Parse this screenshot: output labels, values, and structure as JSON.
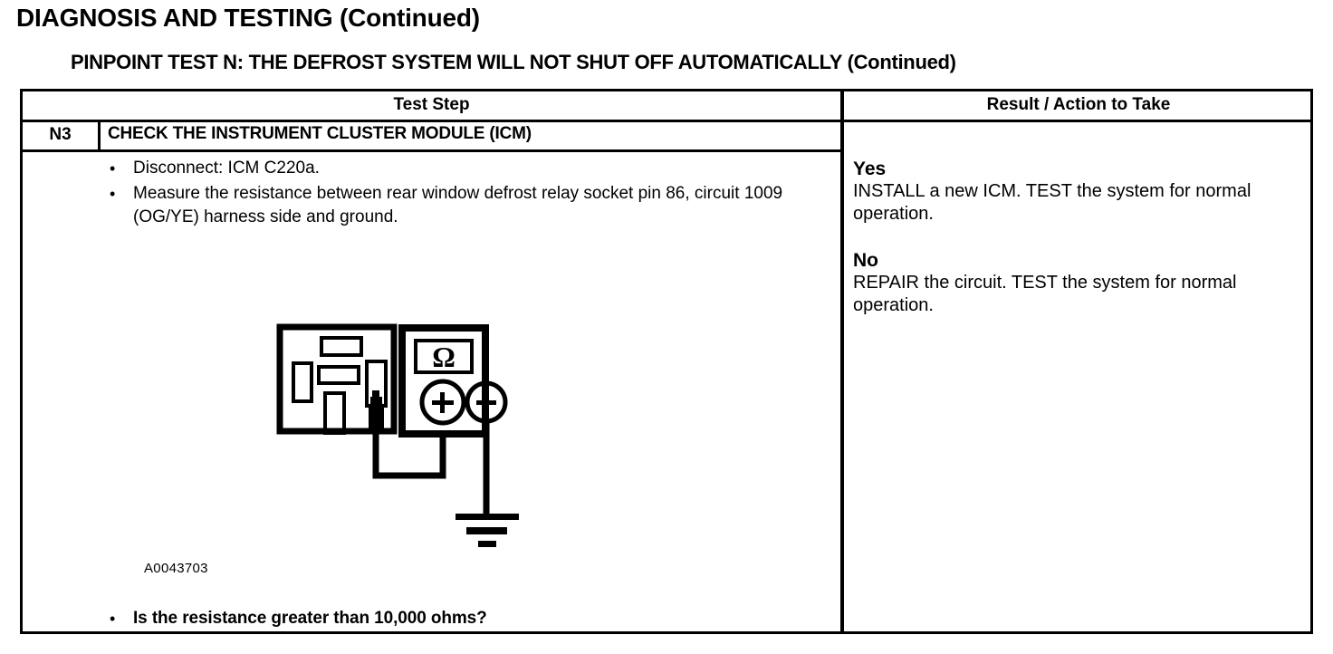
{
  "page": {
    "title": "DIAGNOSIS AND TESTING (Continued)",
    "section_title": "PINPOINT TEST  N: THE DEFROST SYSTEM WILL NOT SHUT OFF AUTOMATICALLY (Continued)"
  },
  "table": {
    "headers": {
      "test_step": "Test Step",
      "result_action": "Result / Action to Take"
    },
    "step": {
      "code": "N3",
      "name": "CHECK THE INSTRUMENT CLUSTER MODULE (ICM)",
      "bullets": [
        "Disconnect: ICM C220a.",
        "Measure the resistance between rear window defrost relay socket pin 86, circuit 1009 (OG/YE) harness side and ground."
      ],
      "question": "Is the resistance greater than 10,000 ohms?",
      "figure_id": "A0043703"
    },
    "results": [
      {
        "label": "Yes",
        "text": "INSTALL a new ICM. TEST the system for normal operation."
      },
      {
        "label": "No",
        "text": "REPAIR the circuit. TEST the system for normal operation."
      }
    ]
  },
  "diagram": {
    "meter_symbol": "Ω",
    "positive_terminal": "+",
    "negative_terminal": "−"
  },
  "colors": {
    "ink": "#000000",
    "paper": "#ffffff"
  }
}
